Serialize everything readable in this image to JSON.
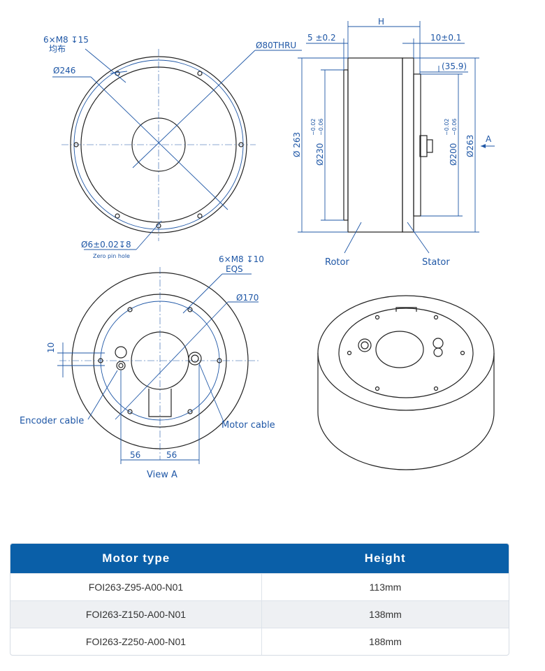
{
  "annotations": {
    "top_left_hole": "6×M8",
    "top_left_hole_depth": "15",
    "top_left_hole_note": "均布",
    "top_dia_246": "246",
    "top_thru": "Ø80THRU",
    "zero_pin": "6",
    "zero_pin_tol": "±0.02",
    "zero_pin_depth": "8",
    "zero_pin_note": "Zero pin hole",
    "side_H": "H",
    "side_5": "5",
    "side_5_tol": "±0.2",
    "side_10": "10",
    "side_10_tol": "±0.1",
    "side_35_9": "(35.9)",
    "side_dia_263_left": "263",
    "side_dia_230": "230",
    "side_230_tol_upper": "−0.02",
    "side_230_tol_lower": "−0.06",
    "side_dia_200": "200",
    "side_200_tol_upper": "−0.02",
    "side_200_tol_lower": "−0.06",
    "side_dia_263_right": "263",
    "side_arrow_A": "A",
    "rotor": "Rotor",
    "stator": "Stator",
    "bottom_hole": "6×M8",
    "bottom_hole_depth": "10",
    "bottom_eqs": "EQS",
    "bottom_dia_170": "170",
    "bottom_10": "10",
    "encoder_cable": "Encoder cable",
    "motor_cable": "Motor cable",
    "dim_56_left": "56",
    "dim_56_right": "56",
    "view_a": "View A",
    "dia_symbol": "Ø",
    "depth_symbol": "↧"
  },
  "table": {
    "headers": [
      "Motor type",
      "Height"
    ],
    "rows": [
      [
        "FOI263-Z95-A00-N01",
        "113mm"
      ],
      [
        "FOI263-Z150-A00-N01",
        "138mm"
      ],
      [
        "FOI263-Z250-A00-N01",
        "188mm"
      ]
    ]
  },
  "colors": {
    "dimension_blue": "#1f57a6",
    "table_header": "#0a5fa8",
    "outline": "#222222"
  }
}
